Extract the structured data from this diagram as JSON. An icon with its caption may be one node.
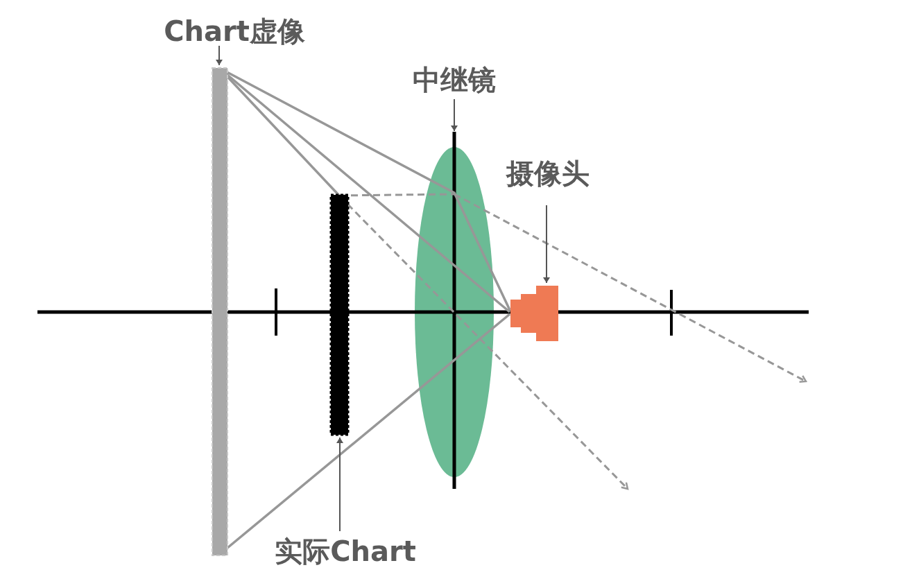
{
  "diagram": {
    "nodes": [
      {
        "text": [
          "Chart虚像"
        ]
      },
      {
        "text": [],
        "shape": "bar"
      },
      {
        "text": [
          "中继镜"
        ]
      },
      {
        "text": [],
        "shape": "ellipse"
      },
      {
        "text": [
          "摄像头"
        ]
      },
      {
        "text": [],
        "shape": "picture"
      },
      {
        "text": [],
        "shape": "bar"
      },
      {
        "text": [
          "实际Chart"
        ]
      }
    ],
    "edges": [
      {
        "from": 0,
        "to": 1,
        "arrow": "to"
      },
      {
        "from": 2,
        "to": 3,
        "arrow": "to"
      },
      {
        "from": 4,
        "to": 5,
        "arrow": "to"
      },
      {
        "from": 7,
        "to": 6,
        "arrow": "to"
      }
    ]
  }
}
